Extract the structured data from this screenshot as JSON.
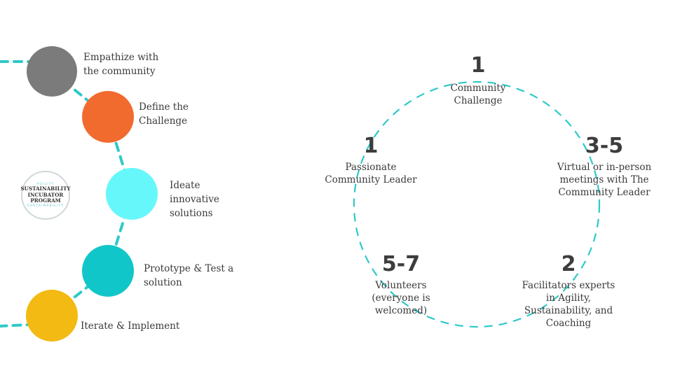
{
  "colors": {
    "dash": "#2fc9c9",
    "empathize": "#7b7b7b",
    "define": "#f26b2e",
    "ideate": "#66f7fb",
    "prototype": "#11c6c8",
    "iterate": "#f2ba12"
  },
  "steps": [
    {
      "id": "empathize",
      "label": "Empathize with\nthe community"
    },
    {
      "id": "define",
      "label": "Define the\nChallenge"
    },
    {
      "id": "ideate",
      "label": "Ideate\ninnovative\nsolutions"
    },
    {
      "id": "prototype",
      "label": "Prototype & Test a\nsolution"
    },
    {
      "id": "iterate",
      "label": "Iterate & Implement"
    }
  ],
  "logo": {
    "arc_top": "AGILITY",
    "line1": "SUSTAINABILITY",
    "line2": "INCUBATOR",
    "line3": "PROGRAM",
    "arc_bottom": "SUSTAINABILITY"
  },
  "stats": [
    {
      "id": "challenge",
      "number": "1",
      "text": "Community\nChallenge"
    },
    {
      "id": "leader",
      "number": "1",
      "text": "Passionate\nCommunity Leader"
    },
    {
      "id": "meetings",
      "number": "3-5",
      "text": "Virtual or in-person\nmeetings with The\nCommunity Leader"
    },
    {
      "id": "volunteers",
      "number": "5-7",
      "text": "Volunteers\n(everyone is\nwelcomed)"
    },
    {
      "id": "facilitators",
      "number": "2",
      "text": "Facilitators experts\nin Agility,\nSustainability, and\nCoaching"
    }
  ]
}
